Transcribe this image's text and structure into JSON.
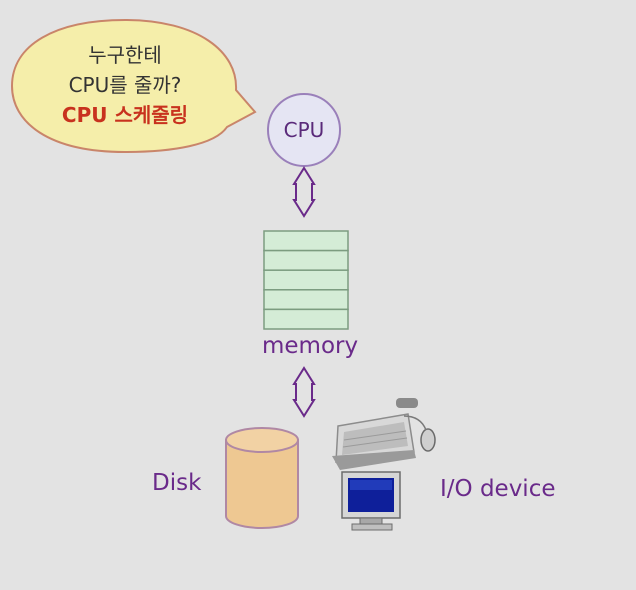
{
  "bubble": {
    "line1": "누구한테",
    "line2": "CPU를 줄까?",
    "line3": "CPU 스케줄링"
  },
  "cpu_label": "CPU",
  "memory_label": "memory",
  "disk_label": "Disk",
  "io_label": "I/O device",
  "memory_slots": 5,
  "colors": {
    "background": "#e3e3e3",
    "bubble_fill": "#f5eeaa",
    "bubble_stroke": "#c9856a",
    "cpu_fill": "#e5e5f3",
    "cpu_stroke": "#9a80ba",
    "memory_fill": "#d4ecd6",
    "memory_stroke": "#7c9c80",
    "disk_fill": "#eec892",
    "disk_stroke": "#b088a4",
    "label_color": "#6a2a8a",
    "highlight_text": "#c8321e"
  }
}
